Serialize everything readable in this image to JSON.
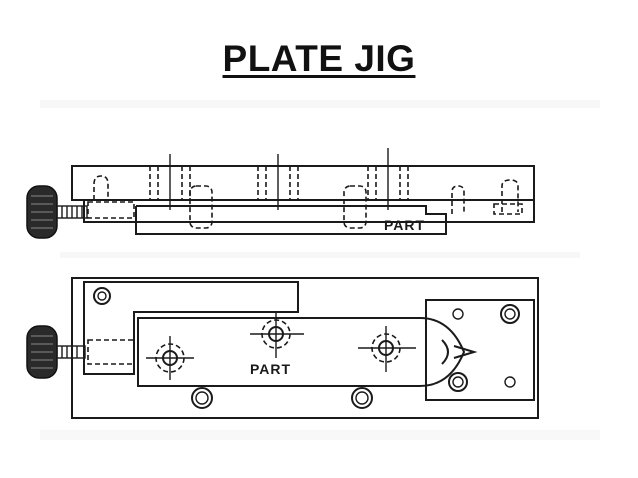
{
  "slide": {
    "title": "PLATE JIG"
  },
  "diagram": {
    "side_view": {
      "part_label": "PART"
    },
    "top_view": {
      "part_label": "PART"
    }
  }
}
